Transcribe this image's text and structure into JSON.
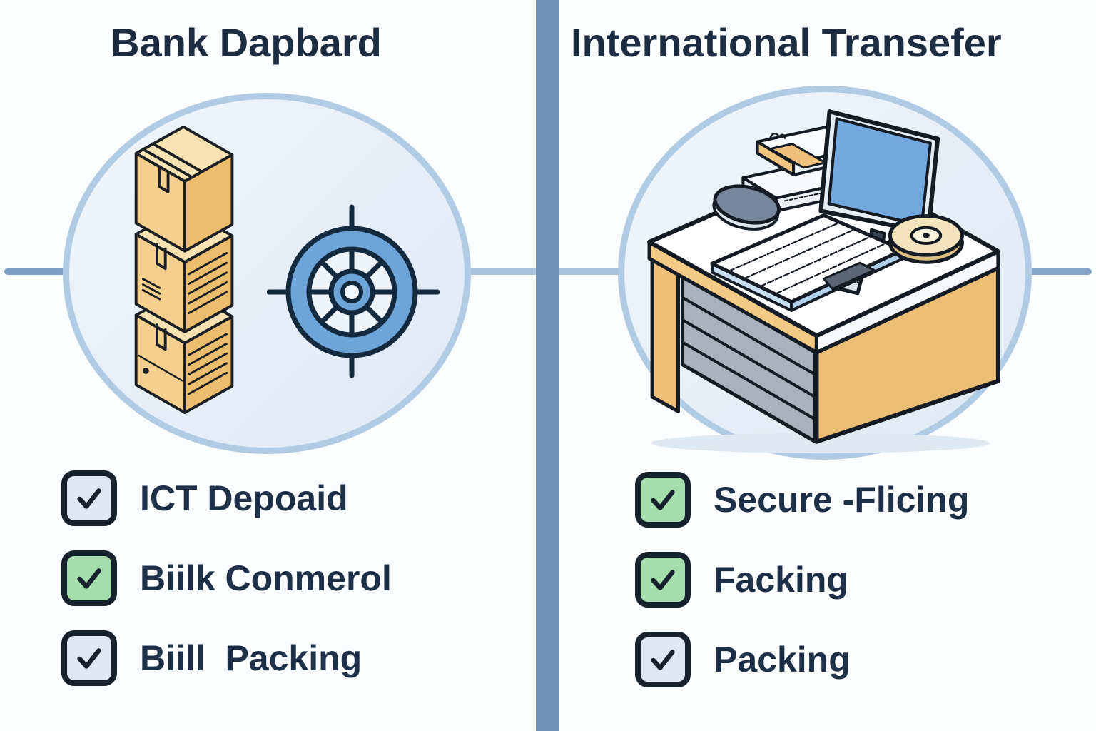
{
  "colors": {
    "background": "#fcfdfe",
    "divider": "#7191b4",
    "connector_left": "#7e9fc4",
    "connector_middle": "#a9c3de",
    "connector_right": "#84a5c6",
    "circle_fill": "#e8f0f9",
    "circle_border": "#b2cbe5",
    "title_text": "#1c2d42",
    "item_text": "#1d3047",
    "checkbox_border": "#15222e",
    "checkbox_blue": "#dde8f4",
    "checkbox_green": "#a6ddac",
    "box_tan": "#f5cf8d",
    "wheel_blue": "#6da5d9",
    "monitor_blue": "#72a8de",
    "desk_wood": "#ecbe75"
  },
  "left_panel": {
    "title": "Bank Dapbard",
    "illustration": "stacked-cardboard-boxes-and-ship-wheel",
    "checklist": [
      {
        "label": "ICT Depoaid",
        "checked": true,
        "checkbox_color": "#dde8f4"
      },
      {
        "label": "Biilk Conmerol",
        "checked": true,
        "checkbox_color": "#a6ddac"
      },
      {
        "label": "Biill  Packing",
        "checked": true,
        "checkbox_color": "#dde8f4"
      }
    ]
  },
  "right_panel": {
    "title": "International Transefer",
    "illustration": "office-desk-with-computer",
    "checklist": [
      {
        "label": "Secure -Flicing",
        "checked": true,
        "checkbox_color": "#a6ddac"
      },
      {
        "label": "Facking",
        "checked": true,
        "checkbox_color": "#a6ddac"
      },
      {
        "label": "Packing",
        "checked": true,
        "checkbox_color": "#dde8f4"
      }
    ]
  }
}
